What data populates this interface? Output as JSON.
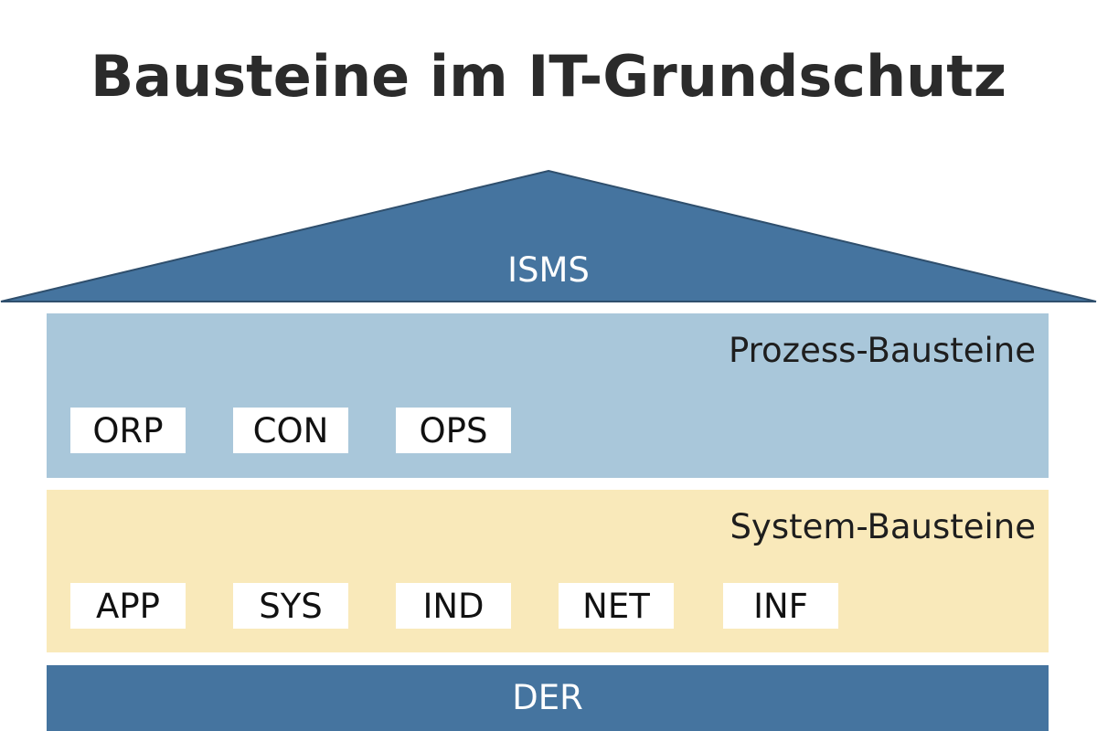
{
  "title": "Bausteine im IT-Grundschutz",
  "roof": {
    "label": "ISMS",
    "color": "#45749f"
  },
  "layers": {
    "prozess": {
      "title": "Prozess-Bausteine",
      "color": "#a9c7da",
      "modules": [
        "ORP",
        "CON",
        "OPS"
      ]
    },
    "system": {
      "title": "System-Bausteine",
      "color": "#f9e9ba",
      "modules": [
        "APP",
        "SYS",
        "IND",
        "NET",
        "INF"
      ]
    },
    "der": {
      "label": "DER",
      "color": "#45749f"
    }
  }
}
